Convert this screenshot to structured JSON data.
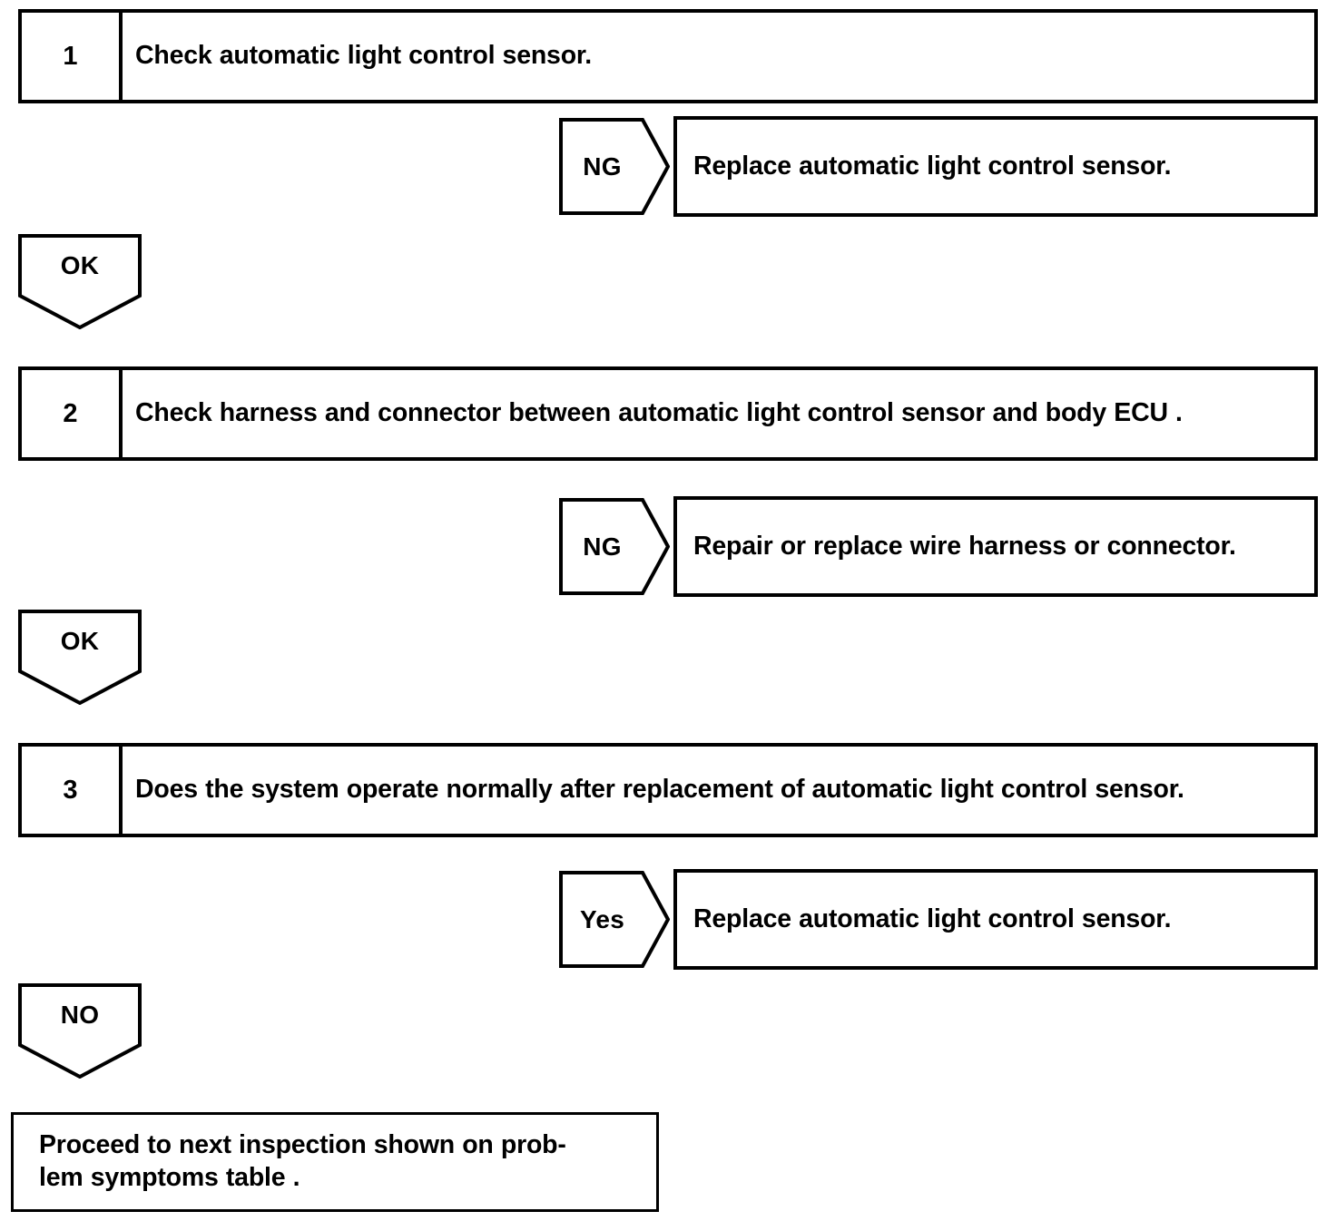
{
  "diagram": {
    "type": "troubleshooting-flowchart",
    "steps": [
      {
        "number": "1",
        "text": "Check automatic light control sensor.",
        "branch_label": "NG",
        "branch_result": "Replace automatic light control sensor.",
        "continue_label": "OK"
      },
      {
        "number": "2",
        "text": "Check harness and connector between automatic light control sensor and body ECU .",
        "branch_label": "NG",
        "branch_result": "Repair or replace wire harness or connector.",
        "continue_label": "OK"
      },
      {
        "number": "3",
        "text": "Does the system operate normally after replacement of automatic light control sensor.",
        "branch_label": "Yes",
        "branch_result": "Replace automatic light control sensor.",
        "continue_label": "NO"
      }
    ],
    "terminal": {
      "line1": "Proceed to next inspection shown on prob-",
      "line2": "lem symptoms table ."
    },
    "colors": {
      "line": "#000000",
      "background": "#ffffff",
      "text": "#000000"
    }
  }
}
